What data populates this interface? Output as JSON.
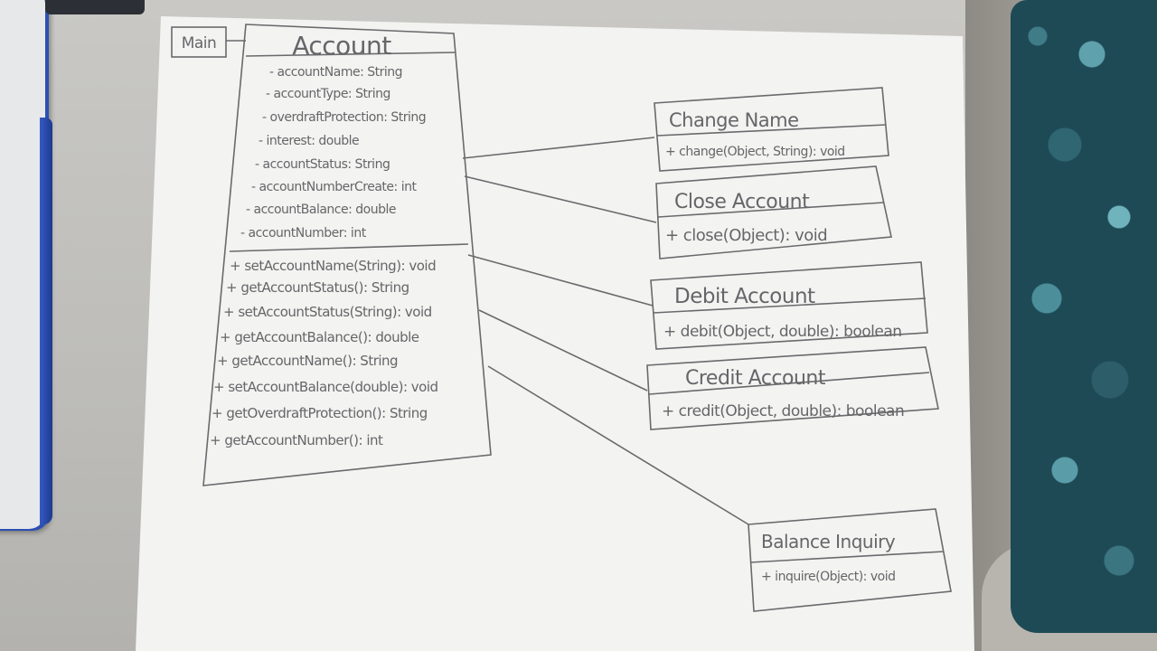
{
  "diagram": {
    "main_label": "Main",
    "account": {
      "name": "Account",
      "attributes": [
        "- accountName: String",
        "- accountType: String",
        "- overdraftProtection: String",
        "- interest: double",
        "- accountStatus: String",
        "- accountNumberCreate: int",
        "- accountBalance: double",
        "- accountNumber: int"
      ],
      "methods": [
        "+ setAccountName(String): void",
        "+ getAccountStatus(): String",
        "+ setAccountStatus(String): void",
        "+ getAccountBalance(): double",
        "+ getAccountName(): String",
        "+ setAccountBalance(double): void",
        "+ getOverdraftProtection(): String",
        "+ getAccountNumber(): int"
      ]
    },
    "classes": [
      {
        "name": "Change Name",
        "method": "+ change(Object, String): void"
      },
      {
        "name": "Close Account",
        "method": "+ close(Object): void"
      },
      {
        "name": "Debit Account",
        "method": "+ debit(Object, double): boolean"
      },
      {
        "name": "Credit Account",
        "method": "+ credit(Object, double): boolean"
      },
      {
        "name": "Balance Inquiry",
        "method": "+ inquire(Object): void"
      }
    ]
  }
}
